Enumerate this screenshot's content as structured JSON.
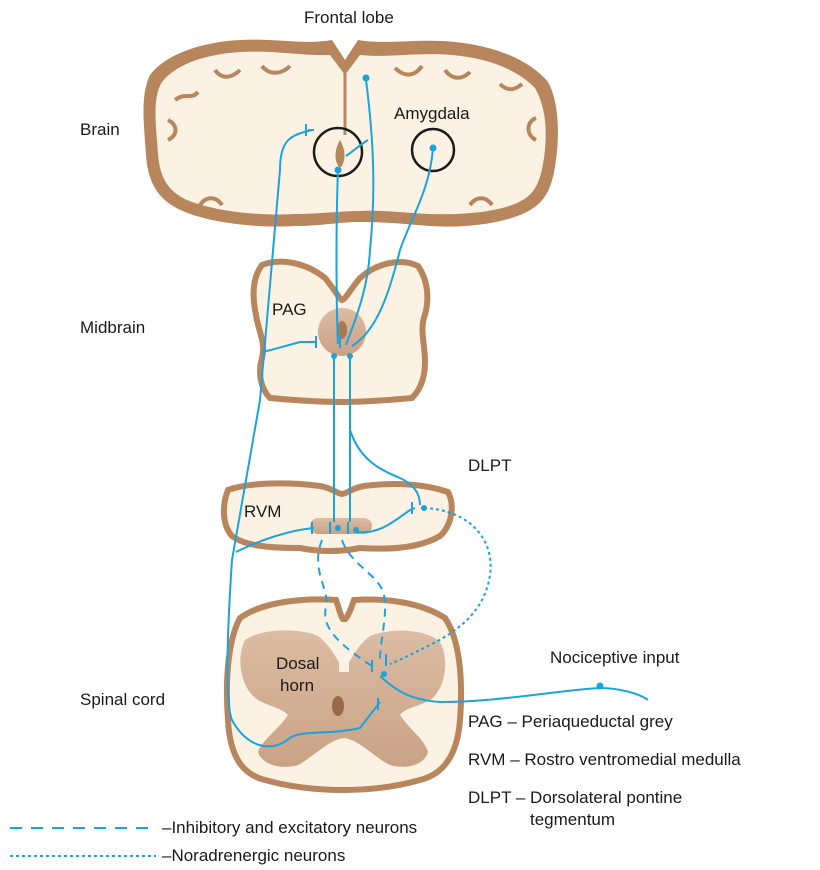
{
  "labels": {
    "frontal_lobe": "Frontal lobe",
    "brain": "Brain",
    "amygdala": "Amygdala",
    "midbrain": "Midbrain",
    "pag": "PAG",
    "dlpt": "DLPT",
    "rvm": "RVM",
    "spinal_cord": "Spinal cord",
    "dorsal_horn_line1": "Dosal",
    "dorsal_horn_line2": "horn",
    "nociceptive_input": "Nociceptive input"
  },
  "abbreviations": [
    {
      "line1": "PAG – Periaqueductal grey",
      "line2": ""
    },
    {
      "line1": "RVM – Rostro ventromedial medulla",
      "line2": ""
    },
    {
      "line1": "DLPT – Dorsolateral pontine",
      "line2": "tegmentum"
    }
  ],
  "legend": [
    {
      "style": "dashed",
      "label": "–Inhibitory and excitatory neurons"
    },
    {
      "style": "dotted",
      "label": "–Noradrenergic neurons"
    }
  ],
  "colors": {
    "neuron": "#1ba3dc",
    "tissue_fill": "#fbf2e3",
    "tissue_border": "#b07a4e",
    "grey_matter": "#d4b39a",
    "outline": "#1a1a1a"
  }
}
